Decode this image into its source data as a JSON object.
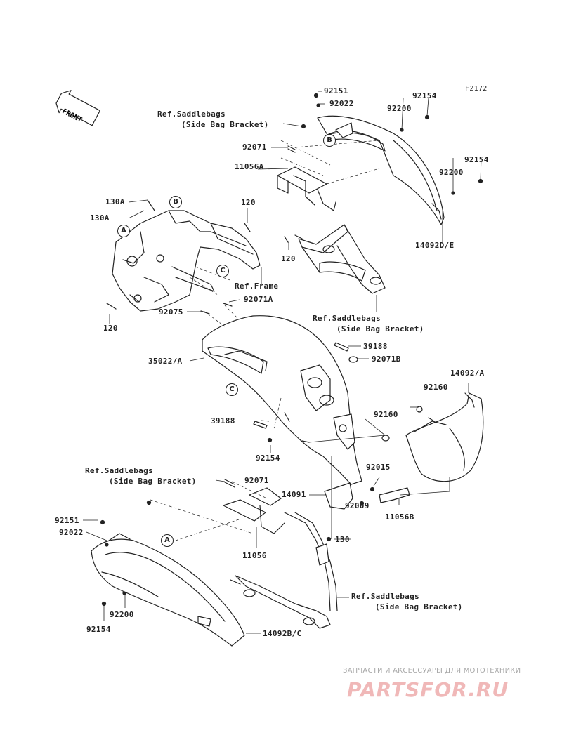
{
  "diagram_code": "F2172",
  "front_label": "FRONT",
  "callouts": [
    "A",
    "B",
    "C"
  ],
  "parts": {
    "p92151_top": "92151",
    "p92022_top": "92022",
    "p92154_top1": "92154",
    "p92200_top1": "92200",
    "p92071": "92071",
    "p11056A": "11056A",
    "p92154_top2": "92154",
    "p92200_top2": "92200",
    "p14092DE": "14092D/E",
    "p130A_1": "130A",
    "p130A_2": "130A",
    "p120_1": "120",
    "p120_2": "120",
    "p120_3": "120",
    "p92075": "92075",
    "p92071A": "92071A",
    "p39188_1": "39188",
    "p92071B": "92071B",
    "p35022A": "35022/A",
    "p14092A": "14092/A",
    "p92160_1": "92160",
    "p92160_2": "92160",
    "p39188_2": "39188",
    "p92154_mid": "92154",
    "p92015": "92015",
    "p92071_low": "92071",
    "p14091": "14091",
    "p92009": "92009",
    "p11056B": "11056B",
    "p130": "130",
    "p92151_low": "92151",
    "p92022_low": "92022",
    "p11056": "11056",
    "p92200_low": "92200",
    "p92154_low": "92154",
    "p14092BC": "14092B/C"
  },
  "references": {
    "saddlebag_top_1": "Ref.Saddlebags",
    "saddlebag_top_2": "(Side Bag Bracket)",
    "frame": "Ref.Frame",
    "saddlebag_mid_1": "Ref.Saddlebags",
    "saddlebag_mid_2": "(Side Bag Bracket)",
    "saddlebag_low_1": "Ref.Saddlebags",
    "saddlebag_low_2": "(Side Bag Bracket)",
    "saddlebag_bot_1": "Ref.Saddlebags",
    "saddlebag_bot_2": "(Side Bag Bracket)"
  },
  "watermark": {
    "tagline": "ЗАПЧАСТИ И АКСЕССУАРЫ ДЛЯ МОТОТЕХНИКИ",
    "brand": "PARTSFOR.RU"
  },
  "colors": {
    "line": "#222222",
    "watermark_brand": "#f0b8b8",
    "watermark_text": "#a8a8a8"
  }
}
